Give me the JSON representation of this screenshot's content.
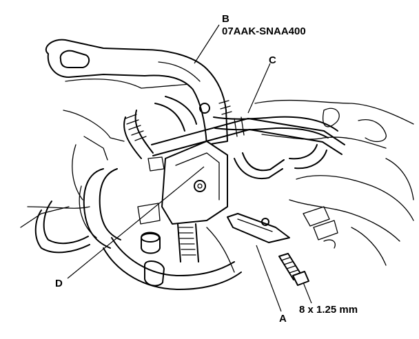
{
  "callouts": {
    "b_letter": "B",
    "b_part_number": "07AAK-SNAA400",
    "c_letter": "C",
    "d_letter": "D",
    "a_letter": "A",
    "bolt_spec": "8 x 1.25 mm"
  },
  "colors": {
    "ink": "#000000",
    "paper": "#ffffff"
  }
}
